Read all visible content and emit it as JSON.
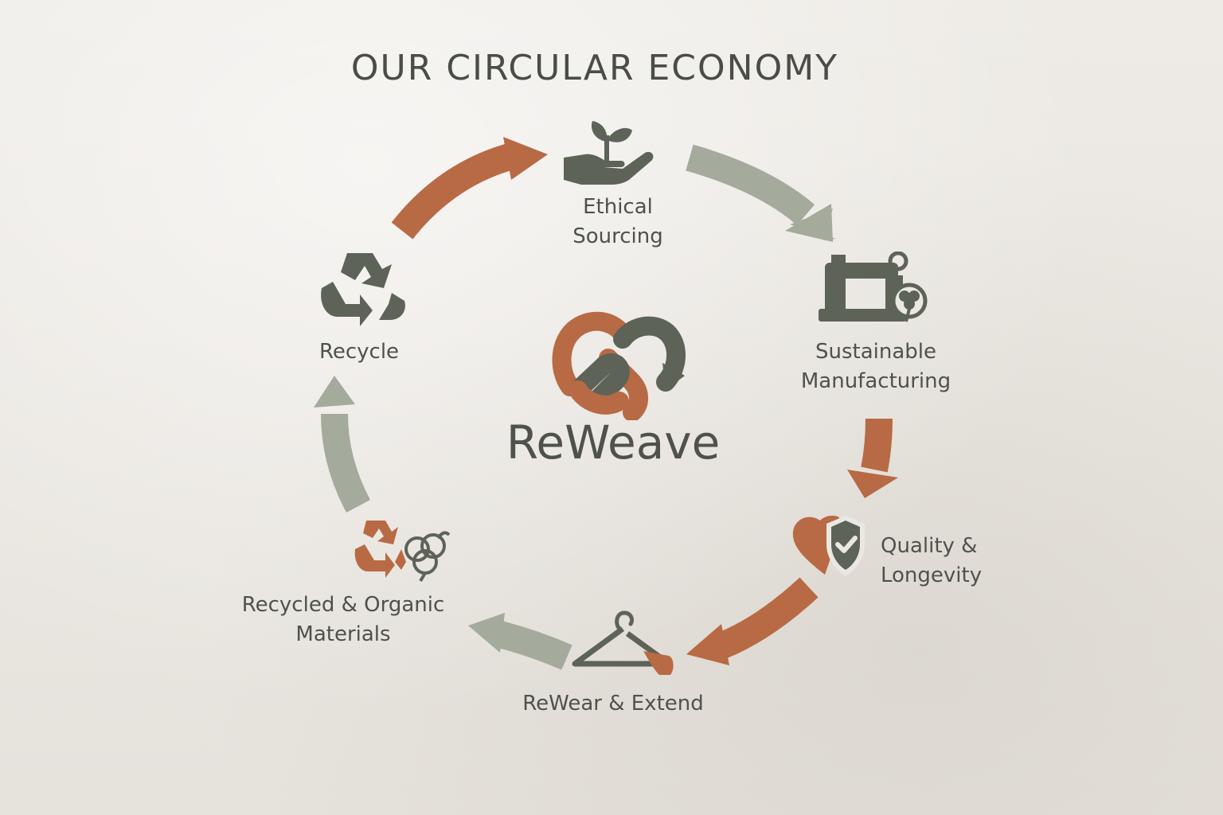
{
  "title": "OUR CIRCULAR ECONOMY",
  "brand": {
    "name": "ReWeave"
  },
  "colors": {
    "green": "#5e6358",
    "sage": "#a4aa9c",
    "terracotta": "#b86a45",
    "text": "#4e524b",
    "background": "#ebe8e3"
  },
  "stages": [
    {
      "id": "ethical-sourcing",
      "lines": [
        "Ethical",
        "Sourcing"
      ],
      "icon": "hand-with-seedling-icon"
    },
    {
      "id": "sustainable-manufacturing",
      "lines": [
        "Sustainable",
        "Manufacturing"
      ],
      "icon": "sewing-machine-cotton-icon"
    },
    {
      "id": "quality-longevity",
      "lines": [
        "Quality &",
        "Longevity"
      ],
      "icon": "heart-shield-check-icon"
    },
    {
      "id": "rewear-extend",
      "lines": [
        "ReWear & Extend"
      ],
      "icon": "clothes-hanger-icon"
    },
    {
      "id": "recycled-organic",
      "lines": [
        "Recycled & Organic",
        "Materials"
      ],
      "icon": "recycle-cotton-icon"
    },
    {
      "id": "recycle",
      "lines": [
        "Recycle"
      ],
      "icon": "recycle-icon"
    }
  ]
}
